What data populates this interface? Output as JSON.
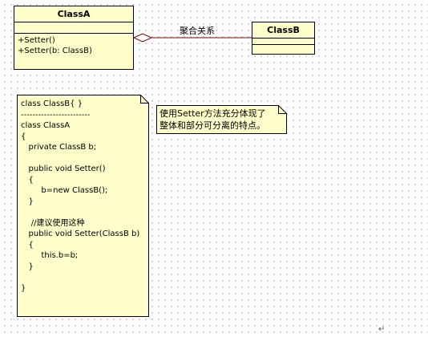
{
  "diagram": {
    "classes": [
      {
        "id": "classA",
        "name": "ClassA",
        "operations": [
          "+Setter()",
          "+Setter(b: ClassB)"
        ]
      },
      {
        "id": "classB",
        "name": "ClassB",
        "operations": []
      }
    ],
    "association": {
      "label": "聚合关系",
      "type": "aggregation",
      "from": "ClassA",
      "to": "ClassB"
    },
    "code_note": {
      "lines": [
        "class ClassB{ }",
        "------------------------",
        "class ClassA",
        "{",
        "   private ClassB b;",
        "",
        "   public void Setter()",
        "   {",
        "        b=new ClassB();",
        "   }",
        "",
        "    //建议使用这种",
        "   public void Setter(ClassB b)",
        "   {",
        "        this.b=b;",
        "   }",
        "",
        "}"
      ]
    },
    "comment_note": {
      "lines": [
        "使用Setter方法充分体现了",
        "整体和部分可分离的特点。"
      ]
    },
    "return_mark": "↵",
    "colors": {
      "fill": "#ffffcc",
      "stroke": "#000000",
      "link": "#800000"
    }
  }
}
